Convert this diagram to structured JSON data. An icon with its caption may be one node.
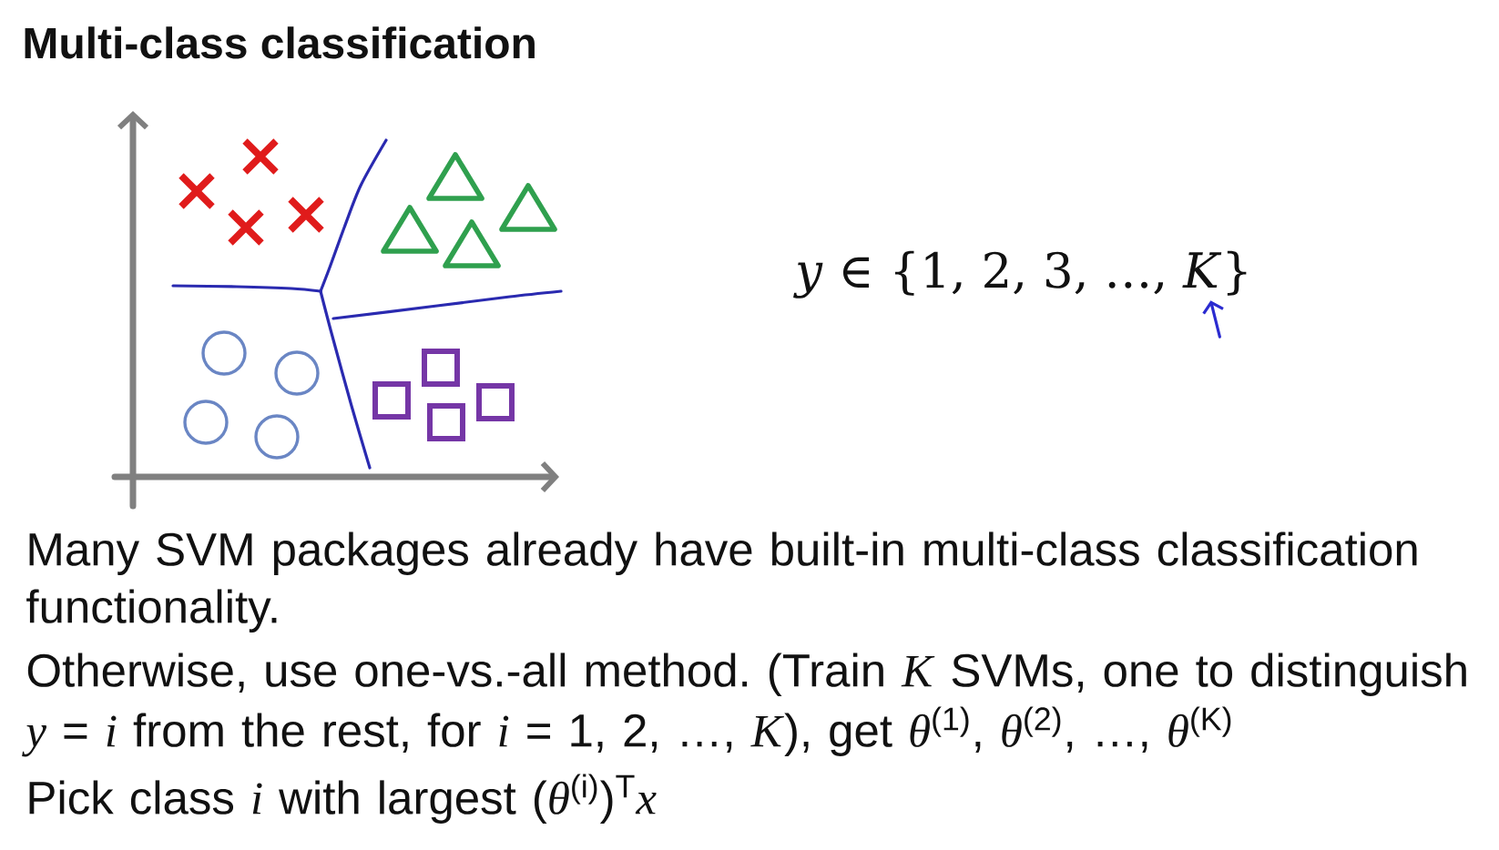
{
  "diagram": {
    "title": "Multi-class classification",
    "labels": [
      "*y* ∈ {1, 2, 3, …, *K*}",
      "Many SVM packages already have built-in multi-class classification functionality.",
      "Otherwise, use one-vs.-all method. (Train *K* SVMs, one to distinguish *y* = *i* from the rest, for *i* = 1, 2, …, *K*), get *θ*$^{(1)}$, *θ*$^{(2)}$, …, *θ*$^{(K)}$",
      "Pick class *i* with largest (*θ*$^{(i)}$)$^{T}$*x*"
    ]
  }
}
